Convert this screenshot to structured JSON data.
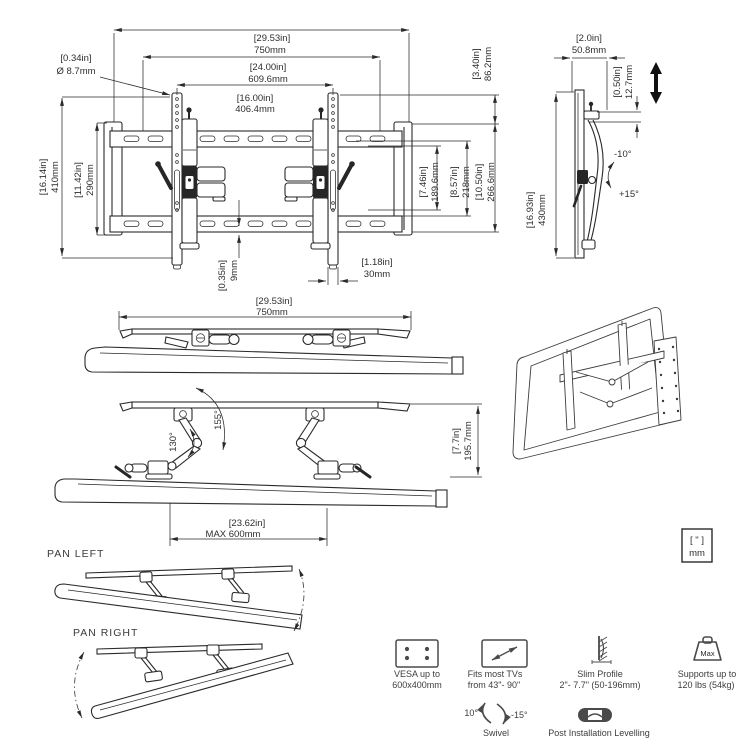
{
  "front_view": {
    "dims": {
      "overall_width": {
        "in": "[29.53in]",
        "mm": "750mm"
      },
      "hole_spacing": {
        "in": "[24.00in]",
        "mm": "609.6mm"
      },
      "bracket_spacing": {
        "in": "[16.00in]",
        "mm": "406.4mm"
      },
      "hole_diameter": {
        "in": "[0.34in]",
        "mm": "Ø 8.7mm"
      },
      "bracket_height": {
        "in": "[16.14in]",
        "mm": "410mm"
      },
      "plate_height": {
        "in": "[11.42in]",
        "mm": "290mm"
      },
      "top_offset": {
        "in": "[3.40in]",
        "mm": "86.2mm"
      },
      "inner_height_1": {
        "in": "[7.46in]",
        "mm": "189.6mm"
      },
      "inner_height_2": {
        "in": "[8.57in]",
        "mm": "218mm"
      },
      "inner_height_3": {
        "in": "[10.50in]",
        "mm": "266.6mm"
      },
      "tab_depth": {
        "in": "[0.35in]",
        "mm": "9mm"
      },
      "bar_width": {
        "in": "[1.18in]",
        "mm": "30mm"
      }
    }
  },
  "side_view": {
    "dims": {
      "depth": {
        "in": "[2.0in]",
        "mm": "50.8mm"
      },
      "gap": {
        "in": "[0.50in]",
        "mm": "12.7mm"
      },
      "height": {
        "in": "[16.93in]",
        "mm": "430mm"
      }
    },
    "tilt_up_angle": "-10°",
    "tilt_down_angle": "+15°"
  },
  "top_view_closed": {
    "dims": {
      "overall_width": {
        "in": "[29.53in]",
        "mm": "750mm"
      }
    }
  },
  "top_view_extended": {
    "arm_angle_inner": "130°",
    "arm_angle_outer": "155°",
    "dims": {
      "folded_depth": {
        "in": "[7.7in]",
        "mm": "195.7mm"
      },
      "max_extension": {
        "in": "[23.62in]",
        "mm": "MAX 600mm"
      }
    }
  },
  "pan": {
    "left_label": "PAN LEFT",
    "right_label": "PAN RIGHT"
  },
  "legend": {
    "inches_symbol": "[ \" ]",
    "mm_label": "mm"
  },
  "features": {
    "vesa": {
      "line1": "VESA up to",
      "line2": "600x400mm"
    },
    "tv_size": {
      "line1": "Fits most TVs",
      "line2": "from 43\"- 90\""
    },
    "slim_profile": {
      "line1": "Slim Profile",
      "line2": "2\"- 7.7\" (50-196mm)"
    },
    "weight": {
      "line1": "Supports up to",
      "line2": "120 lbs (54kg)",
      "icon_label": "Max"
    },
    "swivel": {
      "label": "Swivel",
      "angle_left": "10°",
      "angle_right": "-15°"
    },
    "levelling": {
      "label": "Post Installation Levelling"
    }
  },
  "colors": {
    "line": "#2a2a2a",
    "text": "#3d3d3d",
    "icon": "#4a4a4a",
    "background": "#ffffff"
  }
}
